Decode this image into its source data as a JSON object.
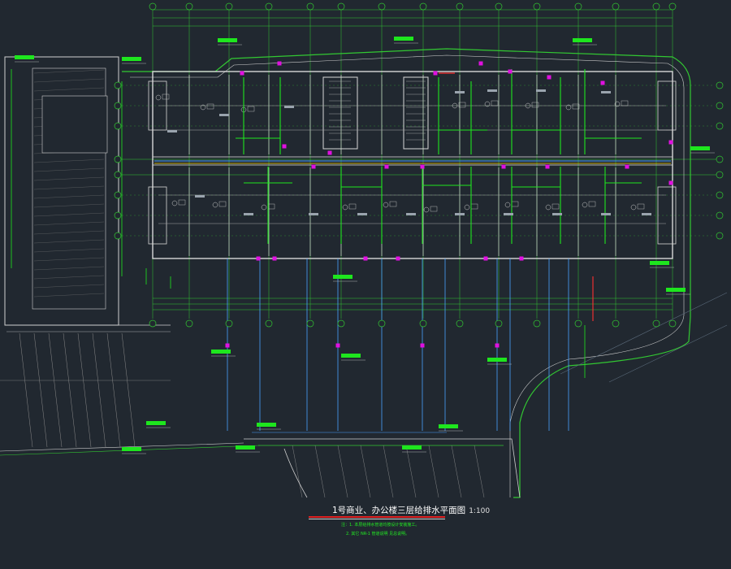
{
  "drawing": {
    "title": "1号商业、办公楼三层给排水平面图",
    "scale": "1:100"
  },
  "notes": [
    "注：1. 本层给排水管道均按设计安装施工。",
    "2. 其它 NR-1 管道说明 见总说明。"
  ],
  "colors": {
    "background": "#212830",
    "wall": "#d8d8d8",
    "grid": "#32c832",
    "water_supply": "#1ee61e",
    "drainage": "#ffd700",
    "corridor_pipe": "#4aa0ff",
    "riser": "#e010e0",
    "hot_water": "#ff3030",
    "text": "#e8e8e8"
  }
}
